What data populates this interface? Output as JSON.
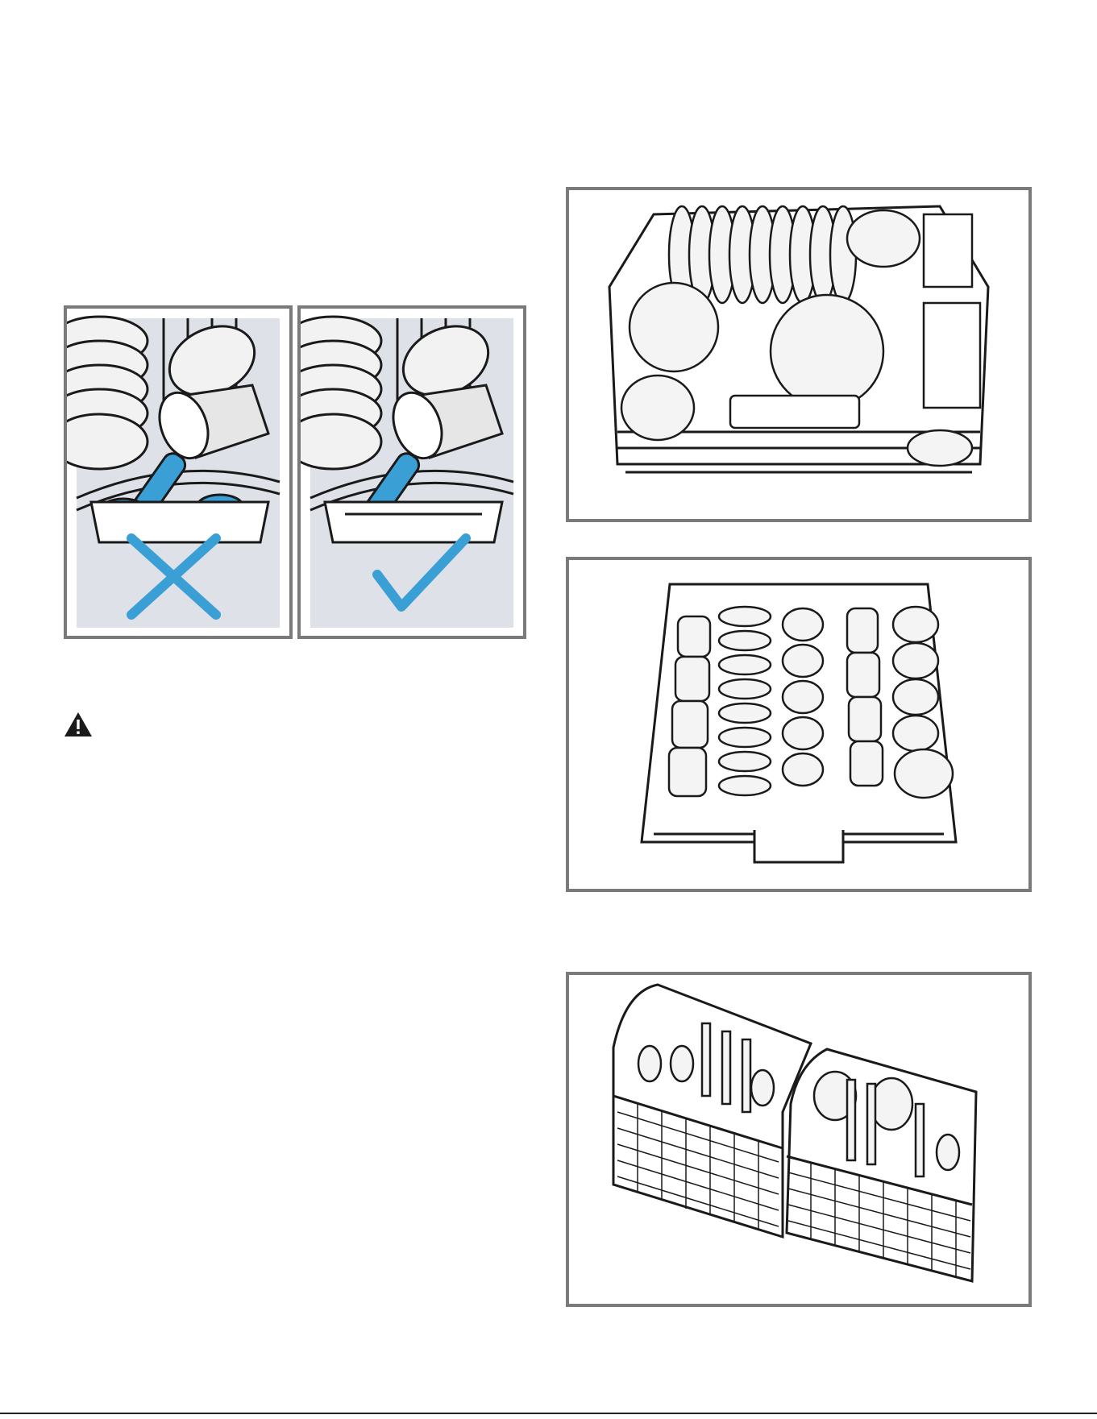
{
  "colors": {
    "frame": "#7a7a7a",
    "accent_blue": "#3a9fd5",
    "panel_bg": "#dfe1e8",
    "line": "#1a1a1a",
    "dish_fill": "#f2f2f2"
  },
  "icons": {
    "warning": "warning-triangle-icon",
    "incorrect": "cross-mark-icon",
    "correct": "check-mark-icon"
  },
  "illustrations": [
    {
      "id": "pan-incorrect",
      "marker": "incorrect"
    },
    {
      "id": "pan-correct",
      "marker": "correct"
    },
    {
      "id": "lower-rack",
      "marker": ""
    },
    {
      "id": "upper-rack",
      "marker": ""
    },
    {
      "id": "cutlery-baskets",
      "marker": ""
    }
  ]
}
